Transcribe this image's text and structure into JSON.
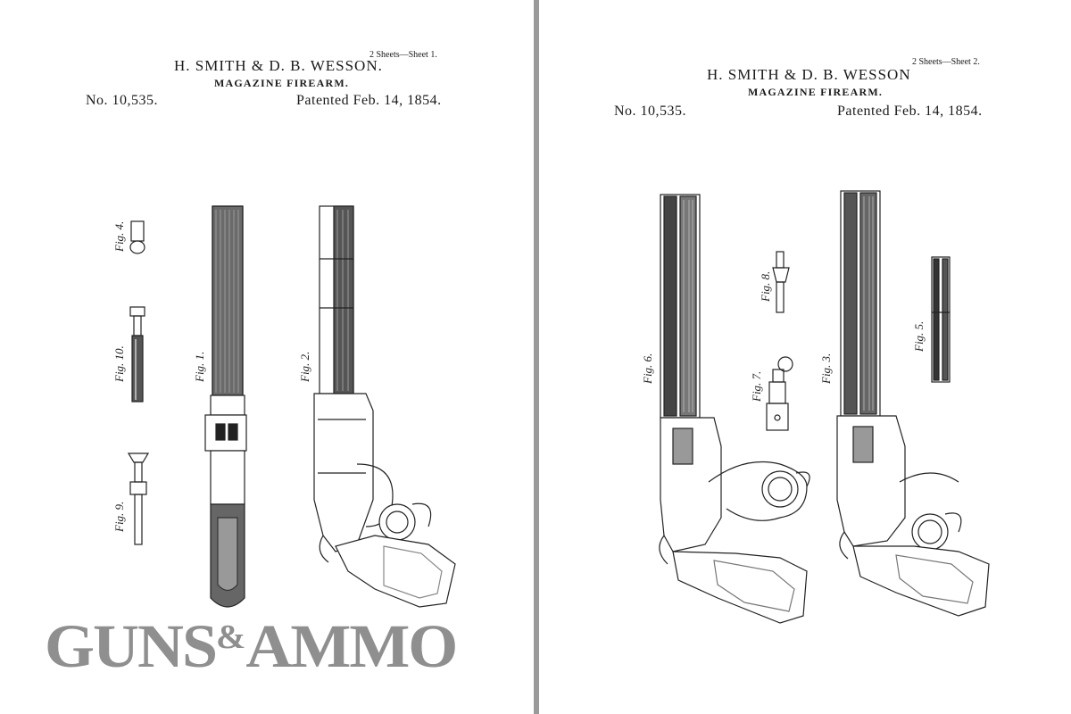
{
  "sheets": [
    {
      "inventors": "H. SMITH & D. B. WESSON.",
      "title": "MAGAZINE FIREARM.",
      "sheet_label": "2 Sheets—Sheet 1.",
      "patent_number": "No. 10,535.",
      "patent_date": "Patented Feb. 14, 1854.",
      "figures": [
        "Fig. 4.",
        "Fig. 10.",
        "Fig. 9.",
        "Fig. 1.",
        "Fig. 2."
      ]
    },
    {
      "inventors": "H. SMITH & D. B. WESSON",
      "title": "MAGAZINE FIREARM.",
      "sheet_label": "2 Sheets—Sheet 2.",
      "patent_number": "No. 10,535.",
      "patent_date": "Patented Feb. 14, 1854.",
      "figures": [
        "Fig. 6.",
        "Fig. 7.",
        "Fig. 8.",
        "Fig. 3.",
        "Fig. 5."
      ]
    }
  ],
  "watermark": {
    "part1": "GUNS",
    "amp": "&",
    "part2": "AMMO",
    "color": "#8f8f8f"
  },
  "colors": {
    "ink": "#1a1a1a",
    "divider": "#9a9a9a",
    "paper": "#ffffff"
  }
}
